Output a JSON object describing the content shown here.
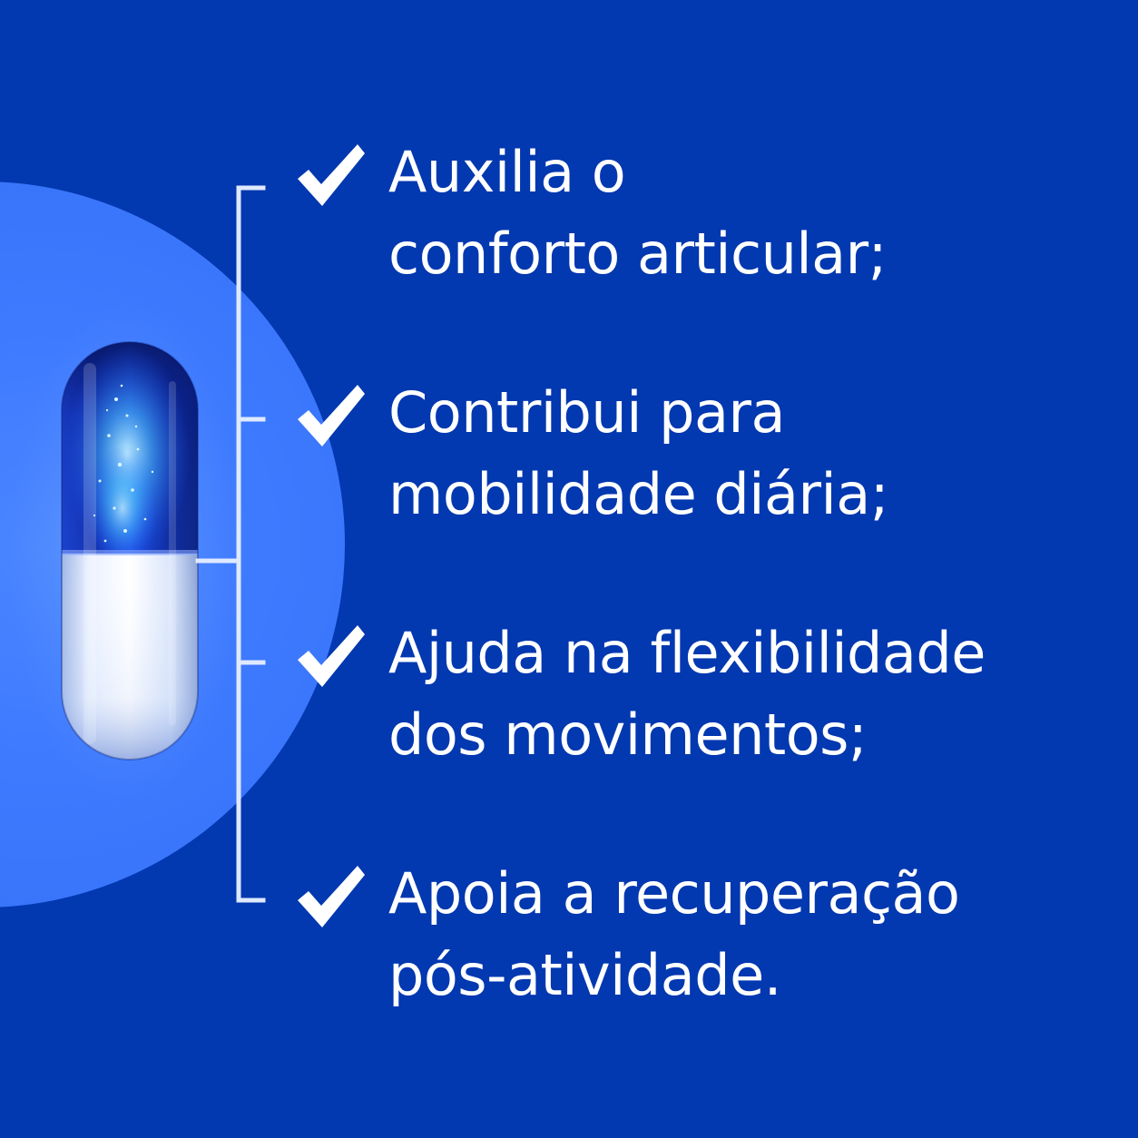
{
  "colors": {
    "background": "#0238b0",
    "circle": "#3f7bff",
    "text": "#ffffff",
    "bracket": "#dfe9ff"
  },
  "benefits": [
    {
      "line1": "Auxilia o",
      "line2": "conforto articular;"
    },
    {
      "line1": "Contribui para",
      "line2": "mobilidade diária;"
    },
    {
      "line1": "Ajuda na flexibilidade",
      "line2": "dos movimentos;"
    },
    {
      "line1": "Apoia a recuperação",
      "line2": "pós-atividade."
    }
  ]
}
